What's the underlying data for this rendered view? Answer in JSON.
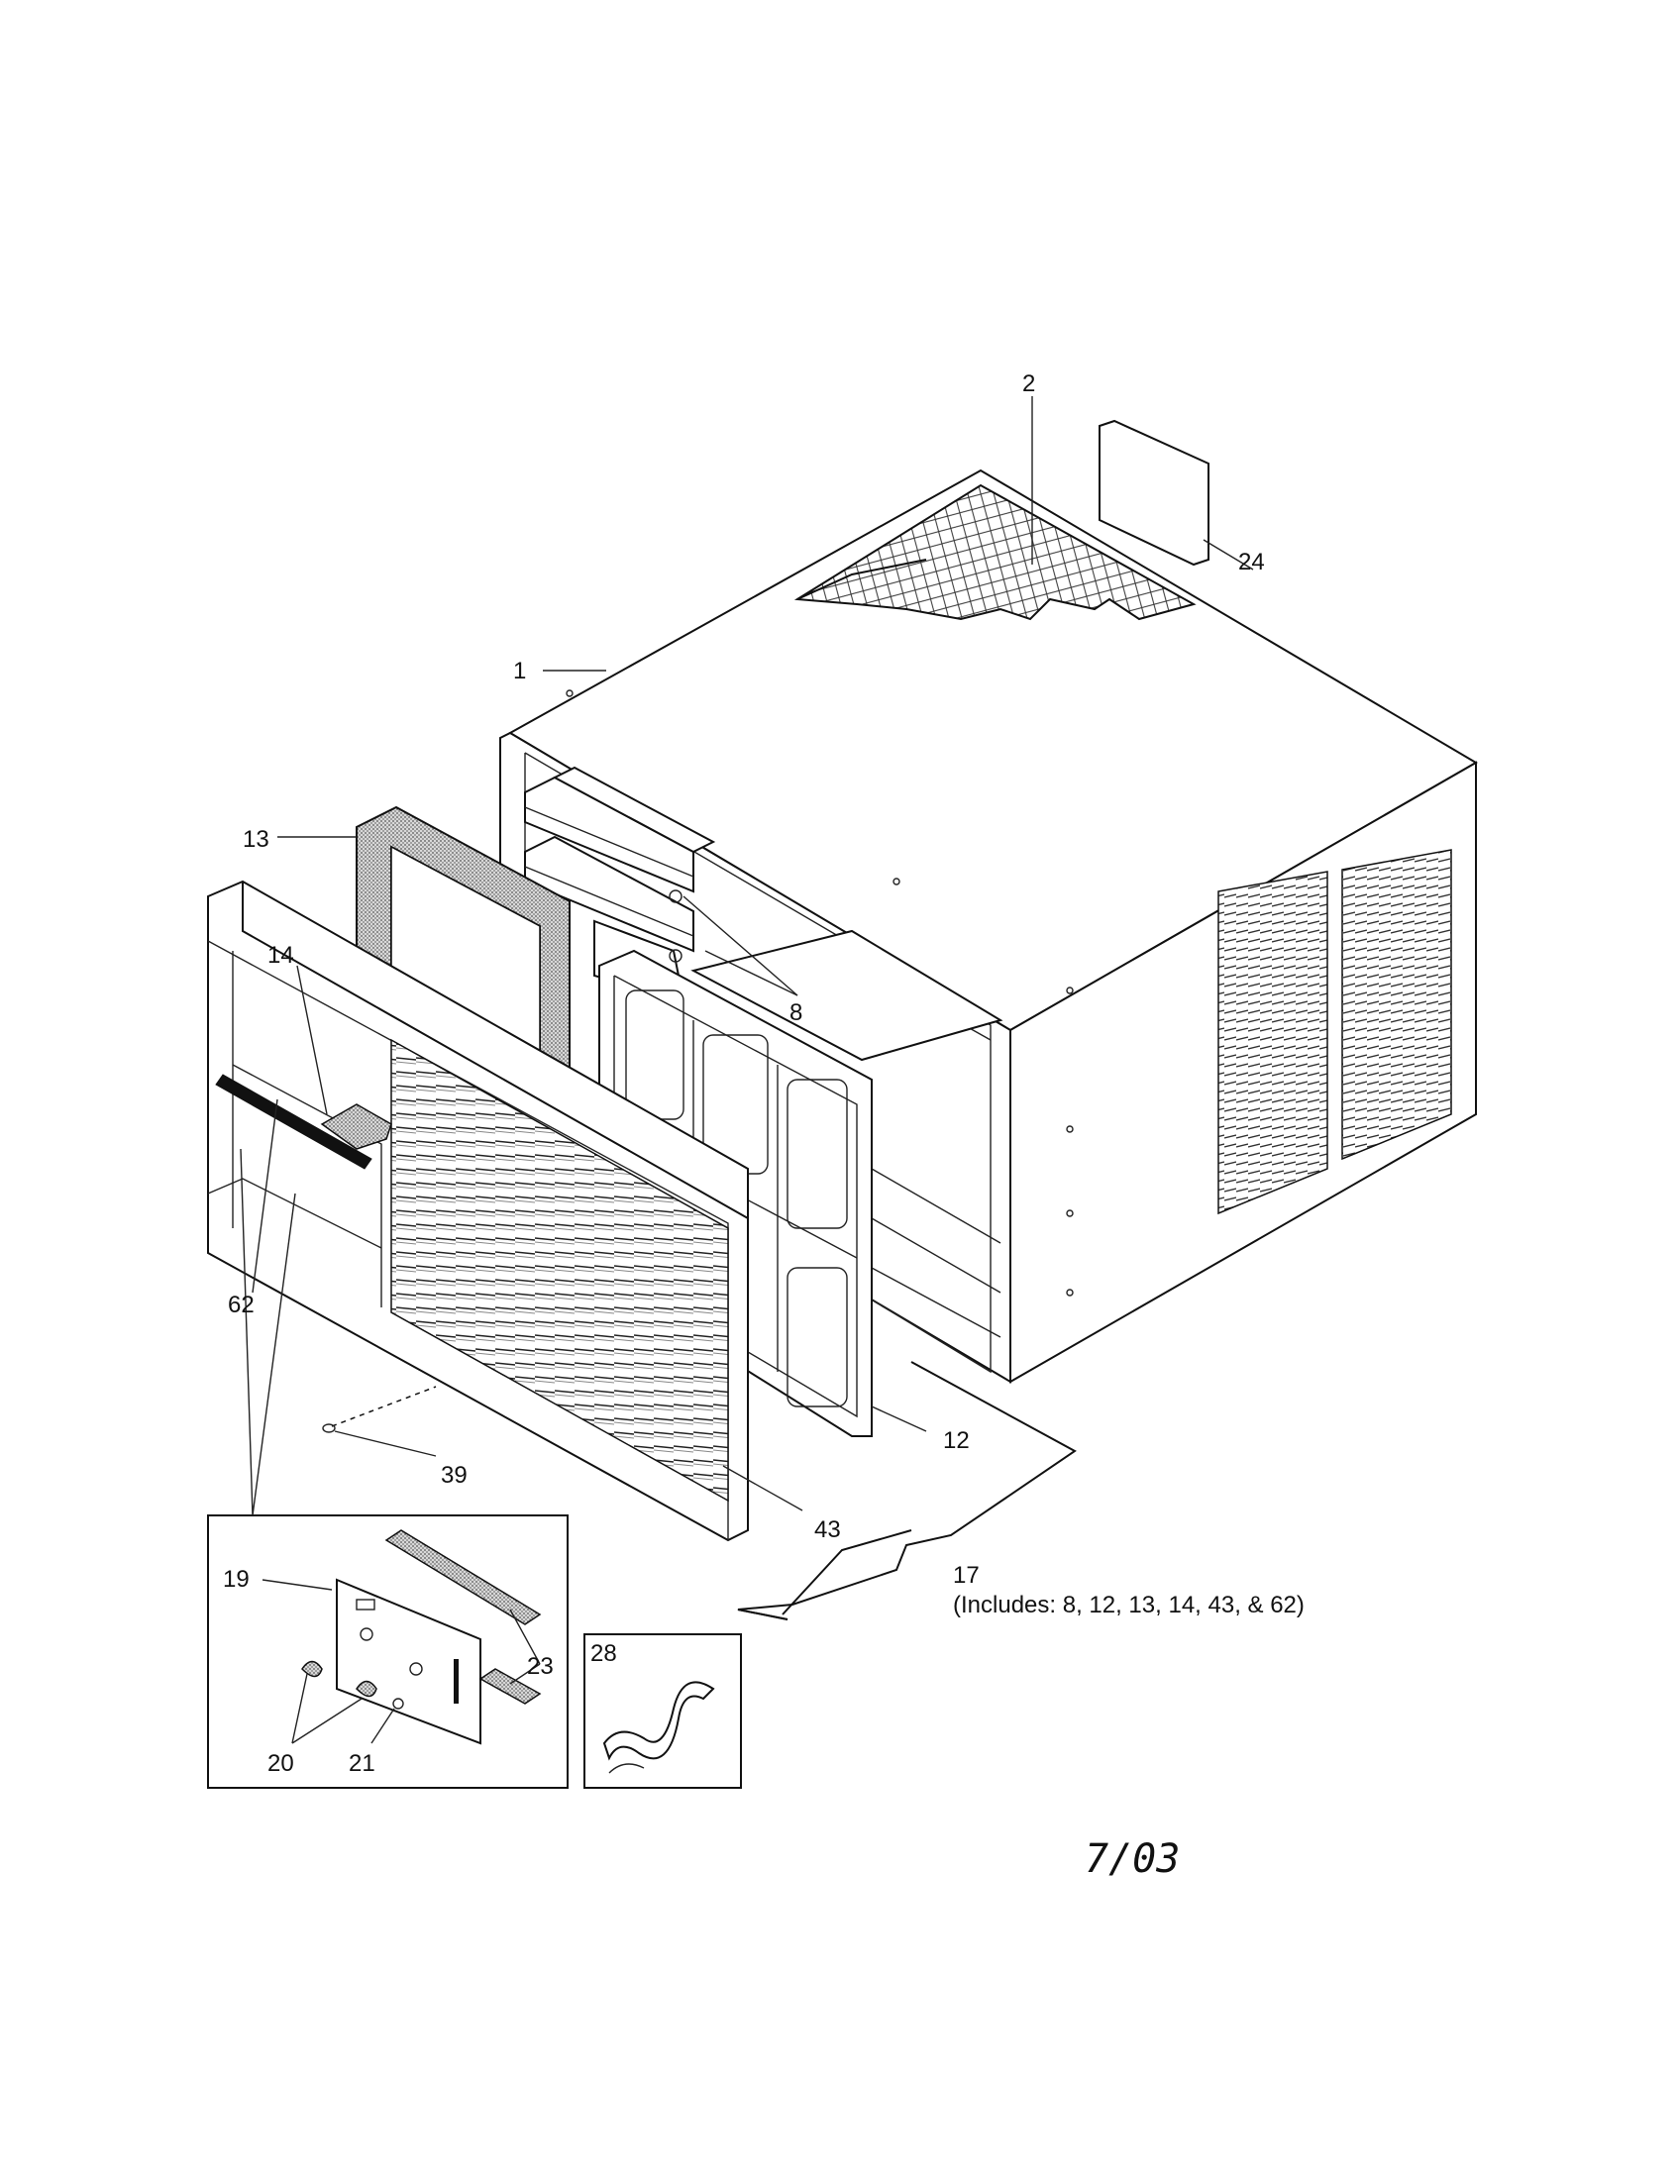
{
  "callouts": {
    "c1": "1",
    "c2": "2",
    "c8": "8",
    "c12": "12",
    "c13": "13",
    "c14": "14",
    "c17": "17",
    "c17_note": "(Includes: 8, 12, 13, 14, 43, & 62)",
    "c19": "19",
    "c20": "20",
    "c21": "21",
    "c23": "23",
    "c24": "24",
    "c28": "28",
    "c39": "39",
    "c43": "43",
    "c62": "62"
  },
  "date_mark": "7/03"
}
